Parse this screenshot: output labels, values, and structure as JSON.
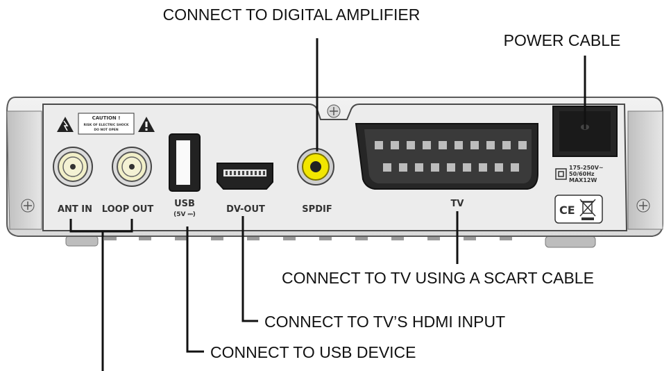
{
  "callouts": {
    "digital_amplifier": "CONNECT TO DIGITAL AMPLIFIER",
    "power_cable": "POWER CABLE",
    "scart": "CONNECT TO TV USING A SCART CABLE",
    "hdmi": "CONNECT TO TV’S HDMI INPUT",
    "usb": "CONNECT TO USB DEVICE"
  },
  "panel_labels": {
    "caution_title": "CAUTION !",
    "caution_line1": "RISK OF ELECTRIC SHOCK",
    "caution_line2": "DO NOT OPEN",
    "ant_in": "ANT IN",
    "loop_out": "LOOP OUT",
    "usb": "USB",
    "usb_rating": "(5V ⎓)",
    "dv_out": "DV-OUT",
    "spdif": "SPDIF",
    "tv": "TV",
    "power_rating_1": "175-250V~",
    "power_rating_2": "50/60Hz",
    "power_rating_3": "MAX12W",
    "ce_mark": "CE"
  },
  "colors": {
    "spdif_connector": "#f2e600",
    "coax_connector": "#f1efc8",
    "panel": "#e8e8e8"
  },
  "icons": [
    "warning-lightning-icon",
    "warning-exclamation-icon",
    "weee-bin-icon",
    "double-insulation-icon"
  ]
}
